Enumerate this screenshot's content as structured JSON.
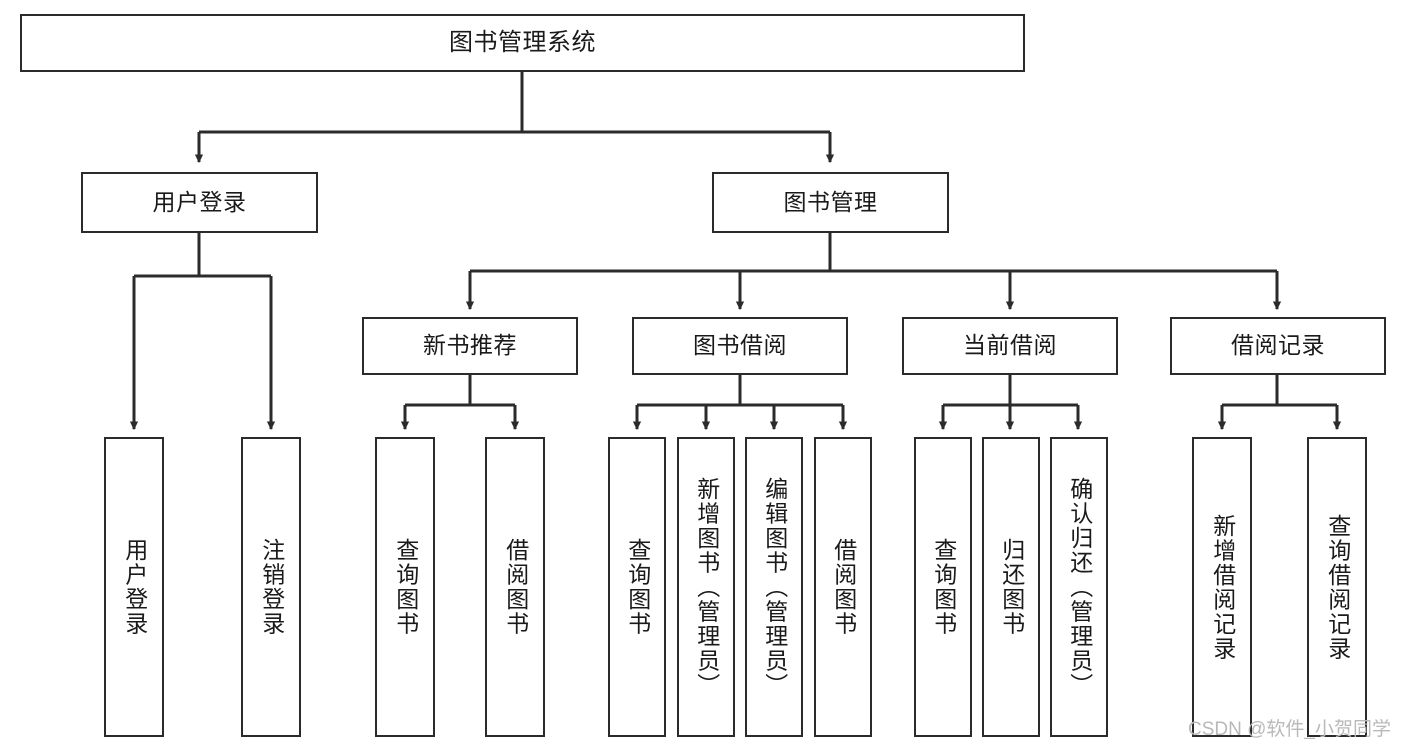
{
  "diagram": {
    "type": "tree-hierarchy-flowchart",
    "title": "图书管理系统",
    "orientation": "top-down",
    "colors": {
      "box_border": "#2b2b2b",
      "box_fill": "#ffffff",
      "connector": "#2b2b2b",
      "text": "#1a1a1a",
      "watermark": "#b9b9b9",
      "background": "#ffffff"
    },
    "levels": {
      "root": {
        "label": "图书管理系统"
      },
      "level2": [
        {
          "label": "用户登录"
        },
        {
          "label": "图书管理"
        }
      ],
      "level3": [
        {
          "label": "新书推荐"
        },
        {
          "label": "图书借阅"
        },
        {
          "label": "当前借阅"
        },
        {
          "label": "借阅记录"
        }
      ],
      "leaves": [
        {
          "label": "用户登录",
          "parent": "用户登录"
        },
        {
          "label": "注销登录",
          "parent": "用户登录"
        },
        {
          "label": "查询图书",
          "parent": "新书推荐"
        },
        {
          "label": "借阅图书",
          "parent": "新书推荐"
        },
        {
          "label": "查询图书",
          "parent": "图书借阅"
        },
        {
          "label": "新增图书（管理员）",
          "parent": "图书借阅"
        },
        {
          "label": "编辑图书（管理员）",
          "parent": "图书借阅"
        },
        {
          "label": "借阅图书",
          "parent": "图书借阅"
        },
        {
          "label": "查询图书",
          "parent": "当前借阅"
        },
        {
          "label": "归还图书",
          "parent": "当前借阅"
        },
        {
          "label": "确认归还（管理员）",
          "parent": "当前借阅"
        },
        {
          "label": "新增借阅记录",
          "parent": "借阅记录"
        },
        {
          "label": "查询借阅记录",
          "parent": "借阅记录"
        }
      ]
    }
  },
  "watermark": {
    "text": "CSDN @软件_小贺同学"
  }
}
